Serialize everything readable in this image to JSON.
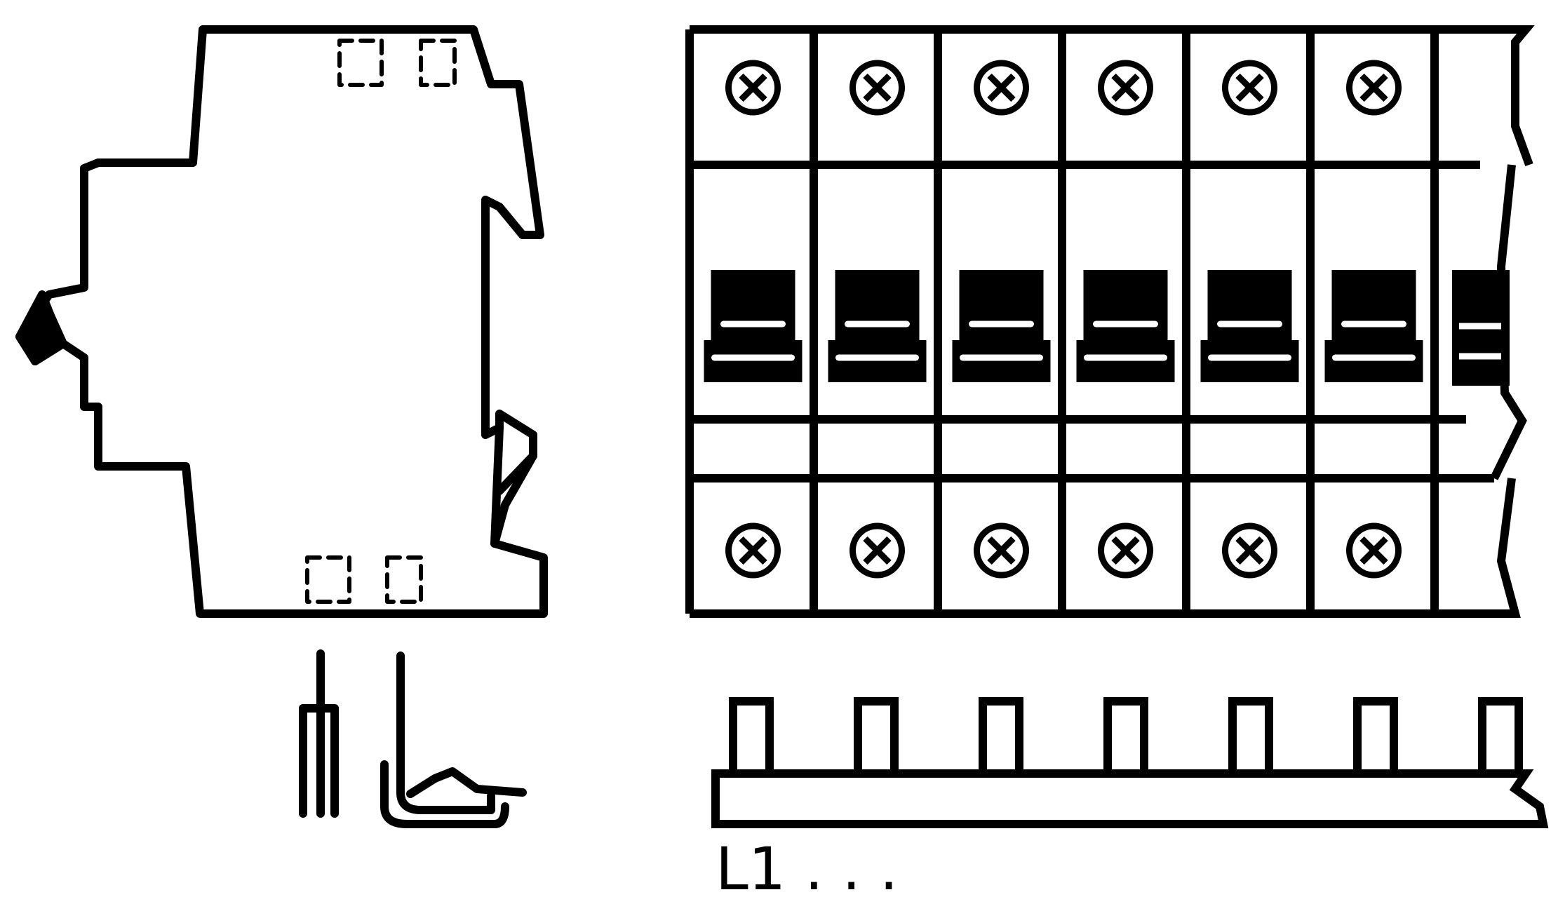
{
  "diagram": {
    "busbar_label": "L1 . . .",
    "module_count": 6,
    "busbar_pin_count": 7,
    "line_color": "#000000",
    "background_color": "#ffffff"
  }
}
